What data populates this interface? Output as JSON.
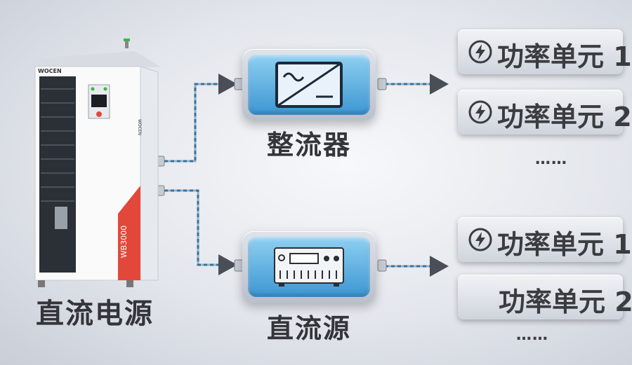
{
  "source": {
    "label": "直流电源",
    "brand": "WOCEN",
    "model": "WB3000",
    "side_logo": "WOCEN"
  },
  "rectifier": {
    "label": "整流器",
    "icon": "rectifier-symbol-icon"
  },
  "dc_source": {
    "label": "直流源",
    "icon": "dc-power-supply-icon"
  },
  "upper_units": [
    {
      "label": "功率单元 1",
      "icon": "lightning-icon"
    },
    {
      "label": "功率单元 2",
      "icon": "lightning-icon"
    }
  ],
  "lower_units": [
    {
      "label": "功率单元 1",
      "icon": "lightning-icon"
    },
    {
      "label": "功率单元 2",
      "icon": ""
    }
  ],
  "upper_ellipsis": "……",
  "lower_ellipsis": "……",
  "colors": {
    "block_blue": "#3c96d2",
    "connector": "#4a7fa8",
    "cabinet_red": "#e2483a"
  }
}
